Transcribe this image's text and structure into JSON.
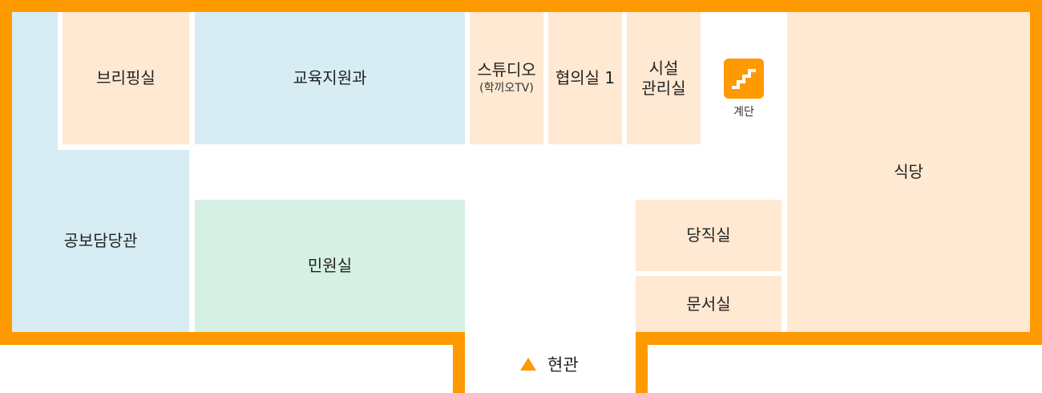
{
  "rooms": {
    "briefing": "브리핑실",
    "education": "교육지원과",
    "studio": "스튜디오",
    "studio_sub": "(학끼오TV)",
    "meeting": "협의실 1",
    "facility_line1": "시설",
    "facility_line2": "관리실",
    "public_relations": "공보담당관",
    "civil": "민원실",
    "duty": "당직실",
    "documents": "문서실",
    "cafeteria": "식당"
  },
  "stairs": {
    "label": "계단",
    "icon": "stairs-icon"
  },
  "entrance": {
    "label": "현관",
    "icon": "arrow-up-icon"
  },
  "colors": {
    "wall": "#ff9900",
    "peach": "#ffe9d2",
    "blue": "#d7edf3",
    "green": "#d6f0e4"
  }
}
